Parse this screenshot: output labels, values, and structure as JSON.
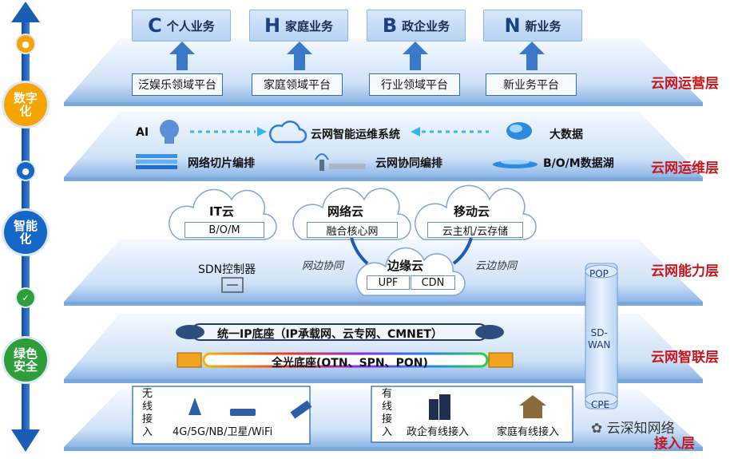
{
  "services": [
    {
      "letter": "C",
      "label": "个人业务"
    },
    {
      "letter": "H",
      "label": "家庭业务"
    },
    {
      "letter": "B",
      "label": "政企业务"
    },
    {
      "letter": "N",
      "label": "新业务"
    }
  ],
  "platforms": [
    "泛娱乐领域平台",
    "家庭领域平台",
    "行业领域平台",
    "新业务平台"
  ],
  "layers": {
    "ops": "云网运营层",
    "om": "云网运维层",
    "capability": "云网能力层",
    "connect": "云网智联层",
    "access": "接入层"
  },
  "side_circles": [
    {
      "label": "数字化",
      "color": "#f5a400"
    },
    {
      "label": "智能化",
      "color": "#1466c7"
    },
    {
      "label": "绿色安全",
      "color": "#2e9e3b"
    }
  ],
  "om_layer": {
    "ai": "AI",
    "system": "云网智能运维系统",
    "bigdata": "大数据",
    "slicing": "网络切片编排",
    "collab": "云网协同编排",
    "datalake": "B/O/M数据湖"
  },
  "capability_layer": {
    "it_cloud": {
      "title": "IT云",
      "box": "B/O/M"
    },
    "net_cloud": {
      "title": "网络云",
      "box": "融合核心网"
    },
    "mobile_cloud": {
      "title": "移动云",
      "box": "云主机/云存储"
    },
    "edge_cloud": {
      "title": "边缘云",
      "box1": "UPF",
      "box2": "CDN"
    },
    "sdn": "SDN控制器",
    "net_edge": "网边协同",
    "cloud_edge": "云边协同"
  },
  "connect_layer": {
    "ip_base": "统一IP底座（IP承载网、云专网、CMNET）",
    "optical_base": "全光底座(OTN、SPN、PON)"
  },
  "sdwan": {
    "top": "POP",
    "middle": "SD-\nWAN",
    "bottom": "CPE"
  },
  "access_layer": {
    "wireless_title": "无\n线\n接\n入",
    "wireless_types": "4G/5G/NB/卫星/WiFi",
    "wired_title": "有\n线\n接\n入",
    "enterprise": "政企有线接入",
    "home": "家庭有线接入"
  },
  "watermark": "云深知网络",
  "colors": {
    "title_red": "#c8161d",
    "arrow_blue": "#1a5db5",
    "box_border": "#2f6db8"
  }
}
